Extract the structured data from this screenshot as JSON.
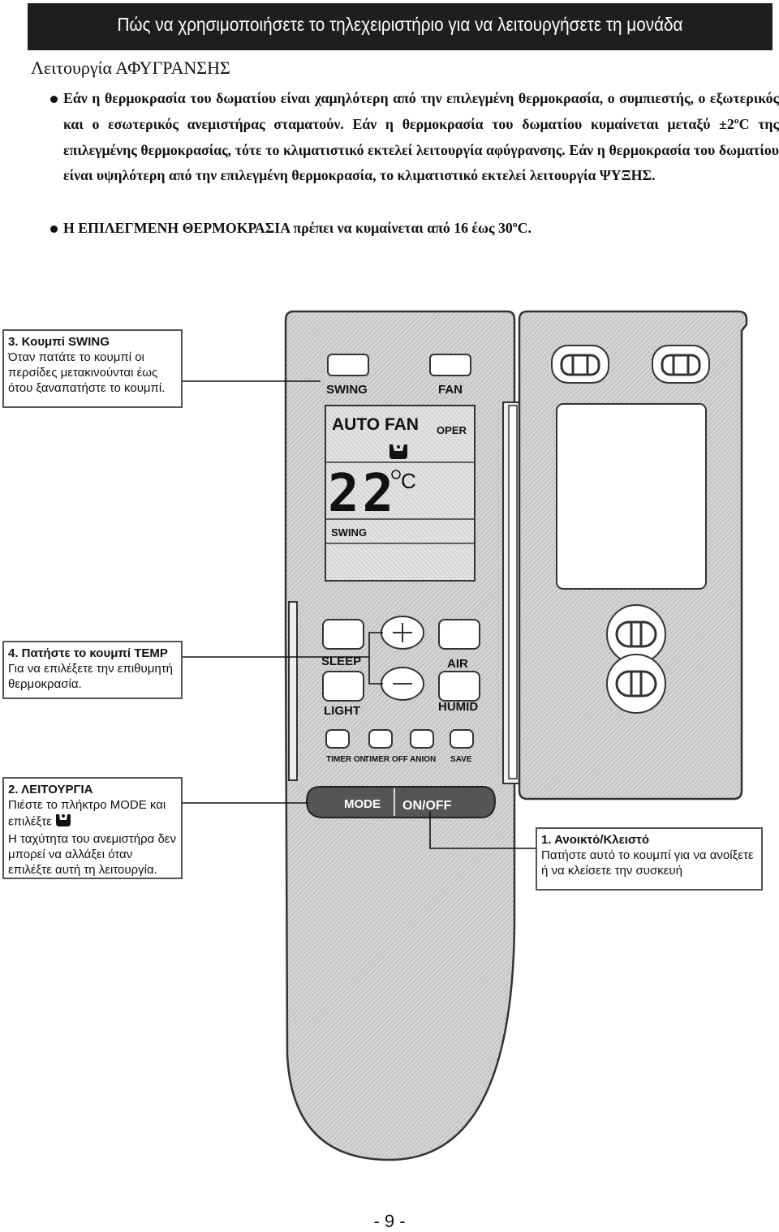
{
  "header": {
    "title": "Πώς να χρησιμοποιήσετε το τηλεχειριστήριο για να λειτουργήσετε τη μονάδα"
  },
  "section": {
    "title": "Λειτουργία ΑΦΥΓΡΑΝΣΗΣ",
    "paragraph1": "Εάν η θερμοκρασία του δωματίου είναι χαμηλότερη από την επιλεγμένη θερμοκρασία, ο συμπιεστής, ο εξωτερικός και ο εσωτερικός ανεμιστήρας σταματούν. Εάν η θερμοκρασία του δωματίου κυμαίνεται μεταξύ ±2ºC της επιλεγμένης θερμοκρασίας, τότε το κλιματιστικό εκτελεί λειτουργία αφύγρανσης. Εάν η θερμοκρασία του δωματίου είναι υψηλότερη από την επιλεγμένη θερμοκρασία, το κλιματιστικό εκτελεί λειτουργία ΨΥΞΗΣ.",
    "paragraph2": "Η ΕΠΙΛΕΓΜΕΝΗ ΘΕΡΜΟΚΡΑΣΙΑ πρέπει να κυμαίνεται από 16 έως 30ºC."
  },
  "remote": {
    "buttons": {
      "swing": "SWING",
      "fan": "FAN",
      "sleep": "SLEEP",
      "air": "AIR",
      "light": "LIGHT",
      "humid": "HUMID",
      "timer_on": "TIMER ON",
      "timer_off": "TIMER OFF",
      "anion": "ANION",
      "save": "SAVE",
      "mode": "MODE",
      "onoff": "ON/OFF"
    },
    "display": {
      "mode_text": "AUTO FAN",
      "oper": "OPER",
      "temperature": "22",
      "unit": "C",
      "swing": "SWING"
    }
  },
  "callouts": {
    "c3": {
      "head": "3. Κουμπί SWING",
      "body": "Όταν πατάτε το κουμπί οι περσίδες μετακινούνται έως ότου ξαναπατήστε το κουμπί."
    },
    "c4": {
      "head": "4. Πατήστε το κουμπί TEMP",
      "body": "Για να επιλέξετε την επιθυμητή θερμοκρασία."
    },
    "c2": {
      "head": "2. ΛΕΙΤΟΥΡΓΙΑ",
      "body1": "Πιέστε το πλήκτρο MODE και επιλέξτε",
      "body2": "Η ταχύτητα του ανεμιστήρα δεν μπορεί να αλλάξει όταν επιλέξτε αυτή τη λειτουργία."
    },
    "c1": {
      "head": "1. Ανοικτό/Κλειστό",
      "body": "Πατήστε αυτό το κουμπί για να ανοίξετε ή να κλείσετε την συσκευή"
    }
  },
  "page": {
    "number": "- 9 -"
  }
}
